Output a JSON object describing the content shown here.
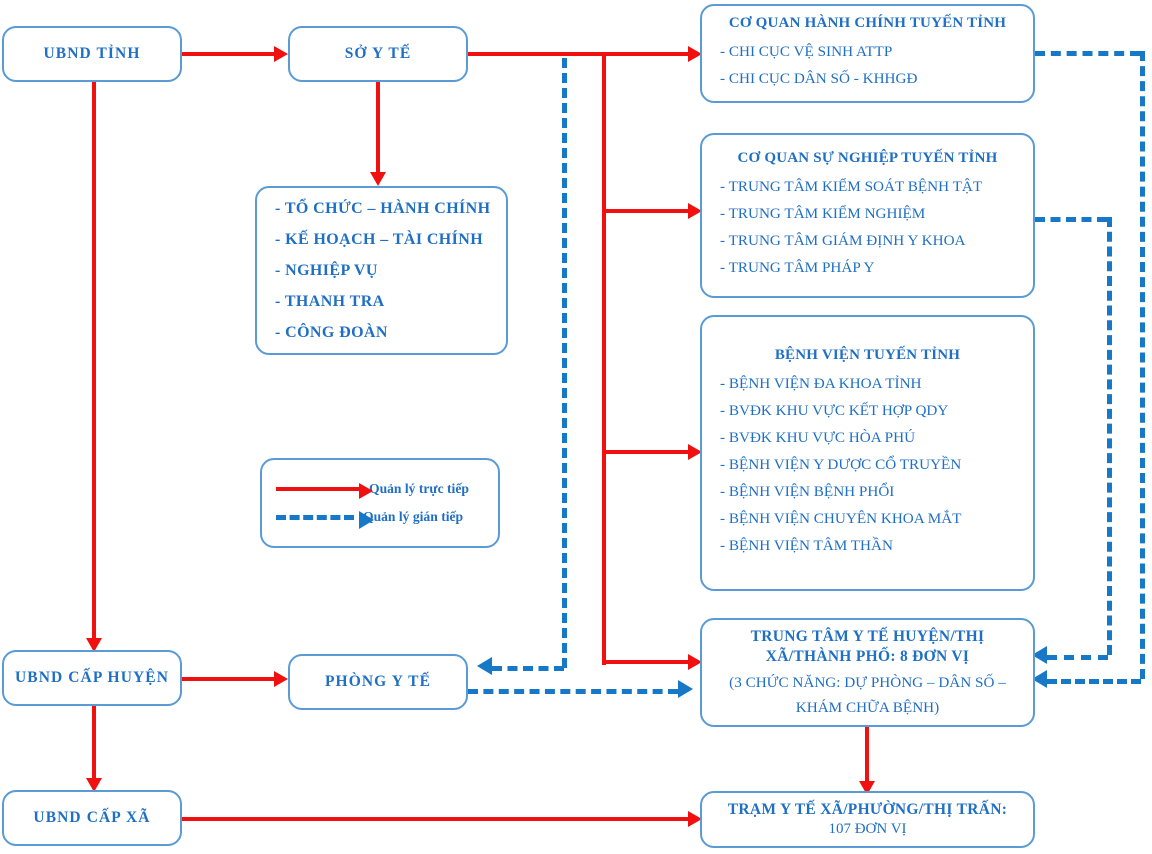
{
  "diagram": {
    "title": "So do to chuc he thong y te tinh",
    "colors": {
      "box_border": "#5B9BD5",
      "text": "#1F6FC4",
      "direct": "#F01010",
      "indirect": "#1878C8"
    },
    "nodes": {
      "ubnd_tinh": {
        "label": "UBND TỈNH"
      },
      "so_y_te": {
        "label": "SỞ Y TẾ"
      },
      "ubnd_huyen": {
        "label": "UBND CẤP HUYỆN"
      },
      "ubnd_xa": {
        "label": "UBND CẤP XÃ"
      },
      "phong_y_te": {
        "label": "PHÒNG  Y TẾ"
      },
      "departments": {
        "items": [
          "- TỔ CHỨC – HÀNH CHÍNH",
          "- KẾ HOẠCH – TÀI CHÍNH",
          "- NGHIỆP VỤ",
          "- THANH TRA",
          "- CÔNG ĐOÀN"
        ]
      },
      "co_quan_hanh_chinh": {
        "title": "CƠ QUAN HÀNH CHÍNH TUYẾN TỈNH",
        "items": [
          "- CHI CỤC VỆ SINH ATTP",
          "- CHI CỤC DÂN SỐ - KHHGĐ"
        ]
      },
      "co_quan_su_nghiep": {
        "title": "CƠ QUAN SỰ NGHIỆP TUYẾN TỈNH",
        "items": [
          "- TRUNG TÂM KIỂM SOÁT BỆNH TẬT",
          "- TRUNG TÂM KIỂM NGHIỆM",
          "- TRUNG TÂM GIÁM ĐỊNH Y KHOA",
          "- TRUNG TÂM PHÁP Y"
        ]
      },
      "benh_vien_tuyen_tinh": {
        "title": "BỆNH VIỆN TUYẾN TỈNH",
        "items": [
          "- BỆNH VIỆN ĐA KHOA TỈNH",
          "- BVĐK KHU VỰC KẾT HỢP QDY",
          "- BVĐK KHU VỰC HÒA PHÚ",
          "- BỆNH VIỆN Y DƯỢC CỔ TRUYỀN",
          "- BỆNH VIỆN BỆNH PHỔI",
          "- BỆNH VIỆN CHUYÊN KHOA MẮT",
          "- BỆNH VIỆN TÂM THẦN"
        ]
      },
      "trung_tam_y_te": {
        "title_line1": "TRUNG TÂM Y TẾ HUYỆN/THỊ",
        "title_line2": "XÃ/THÀNH PHỐ: 8 ĐƠN VỊ",
        "sub_line1": "(3 CHỨC NĂNG: DỰ PHÒNG – DÂN SỐ –",
        "sub_line2": "KHÁM CHỮA BỆNH)"
      },
      "tram_y_te": {
        "title": "TRẠM Y TẾ XÃ/PHƯỜNG/THỊ TRẤN:",
        "sub": "107 ĐƠN VỊ"
      }
    },
    "legend": {
      "direct_label": "Quản lý trực tiếp",
      "indirect_label": "Quản lý gián tiếp"
    }
  }
}
